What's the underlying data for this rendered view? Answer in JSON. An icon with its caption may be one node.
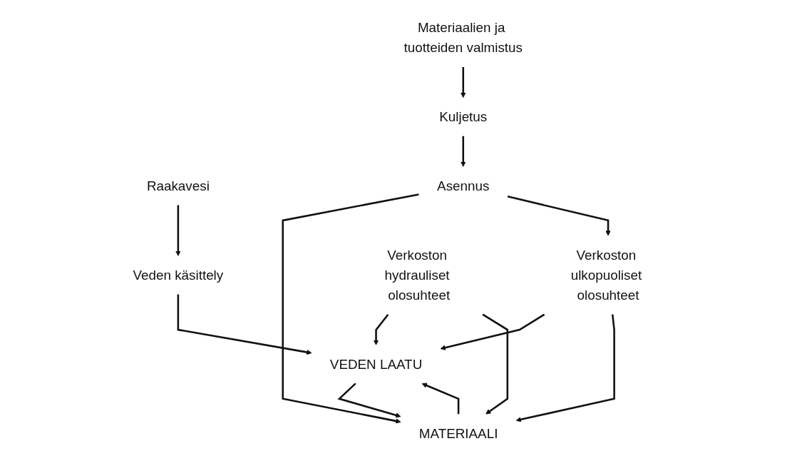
{
  "diagram": {
    "nodes": [
      {
        "text": [
          "Raakavesi"
        ]
      },
      {
        "text": [
          "Veden käsittely"
        ]
      },
      {
        "text": [
          "VEDEN LAATU"
        ]
      },
      {
        "text": [
          "Verkoston ulkopuoliset olosuhteet"
        ]
      },
      {
        "text": [
          "MATERIAALI"
        ]
      },
      {
        "text": [
          "Verkoston hydrauliset olosuhteet"
        ]
      },
      {
        "text": [
          "Asennus"
        ]
      },
      {
        "text": [
          "Kuljetus"
        ]
      },
      {
        "text": [
          "Materiaalien ja tuotteiden valmistus"
        ]
      }
    ],
    "edges": [
      {
        "from": 0,
        "to": 1,
        "arrow": "to"
      },
      {
        "from": 1,
        "to": 2,
        "arrow": "to"
      },
      {
        "from": 3,
        "to": 2,
        "arrow": "to"
      },
      {
        "from": 5,
        "to": 2,
        "arrow": "to"
      },
      {
        "from": 4,
        "to": 2,
        "arrow": "to"
      },
      {
        "from": 2,
        "to": 4,
        "arrow": "to"
      },
      {
        "from": 3,
        "to": 4,
        "arrow": "to"
      },
      {
        "from": 5,
        "to": 4,
        "arrow": "to"
      },
      {
        "from": 6,
        "to": 4,
        "arrow": "to"
      },
      {
        "from": 6,
        "to": 3,
        "arrow": "to"
      },
      {
        "from": 7,
        "to": 6,
        "arrow": "to"
      },
      {
        "from": 8,
        "to": 7,
        "arrow": "to"
      }
    ]
  }
}
